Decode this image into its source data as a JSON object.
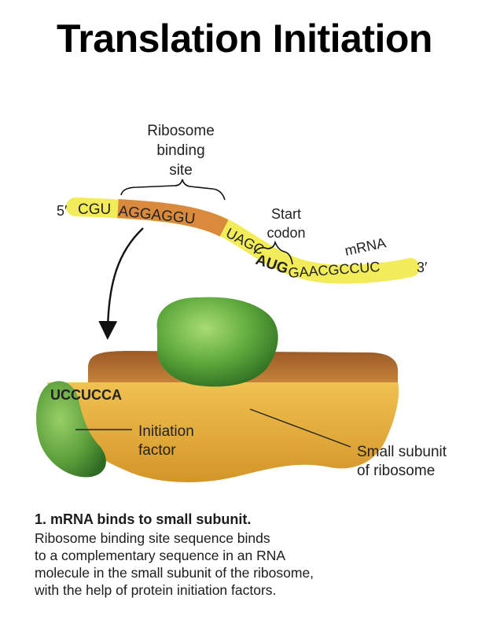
{
  "title": "Translation Initiation",
  "mrna": {
    "five_prime": "5′",
    "three_prime": "3′",
    "seq_start": "CGU",
    "seq_rbs": "AGGAGGU",
    "seq_mid": "UAGC",
    "seq_start_codon": "AUG",
    "seq_end": "GAACGCCUC",
    "name_label": "mRNA"
  },
  "labels": {
    "rbs_line1": "Ribosome",
    "rbs_line2": "binding",
    "rbs_line3": "site",
    "start_line1": "Start",
    "start_line2": "codon",
    "complement_seq": "UCCUCCA",
    "factor_line1": "Initiation",
    "factor_line2": "factor",
    "subunit_line1": "Small subunit",
    "subunit_line2": "of ribosome"
  },
  "caption": {
    "step": "1. mRNA binds to small subunit.",
    "lines": [
      "Ribosome binding site sequence binds",
      "to a complementary sequence in an RNA",
      "molecule in the small subunit of the ribosome,",
      "with the help of protein initiation factors."
    ]
  },
  "colors": {
    "mrna_yellow": "#f3ec5a",
    "rbs_orange": "#d98a3c",
    "start_codon_green": "#2f8a2f",
    "subunit_top": "#b56f2e",
    "subunit_body": "#e0a83a",
    "factor_green": "#5ea93c"
  }
}
